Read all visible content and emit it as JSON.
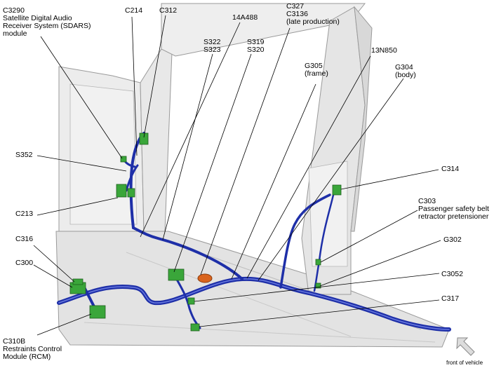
{
  "colors": {
    "harness": "#1e2fa8",
    "connector": "#3aa63a",
    "body_panel": "#e6e6e6",
    "leader": "#000000"
  },
  "callouts": {
    "c3290": [
      "C3290",
      "Satellite Digital Audio",
      "Receiver System (SDARS)",
      "module"
    ],
    "c214": [
      "C214"
    ],
    "c312": [
      "C312"
    ],
    "n14a488": [
      "14A488"
    ],
    "c327": [
      "C327",
      "C3136",
      "(late production)"
    ],
    "s322": [
      "S322",
      "S323"
    ],
    "s319": [
      "S319",
      "S320"
    ],
    "n13n850": [
      "13N850"
    ],
    "g305": [
      "G305",
      "(frame)"
    ],
    "g304": [
      "G304",
      "(body)"
    ],
    "s352": [
      "S352"
    ],
    "c213": [
      "C213"
    ],
    "c314": [
      "C314"
    ],
    "c303": [
      "C303",
      "Passenger safety belt",
      "retractor pretensioner"
    ],
    "g302": [
      "G302"
    ],
    "c316": [
      "C316"
    ],
    "c300": [
      "C300"
    ],
    "c3052": [
      "C3052"
    ],
    "c317": [
      "C317"
    ],
    "c310b": [
      "C310B",
      "Restraints Control",
      "Module (RCM)"
    ]
  },
  "orientation": {
    "icon": "front-arrow-icon",
    "label": "front of vehicle"
  }
}
